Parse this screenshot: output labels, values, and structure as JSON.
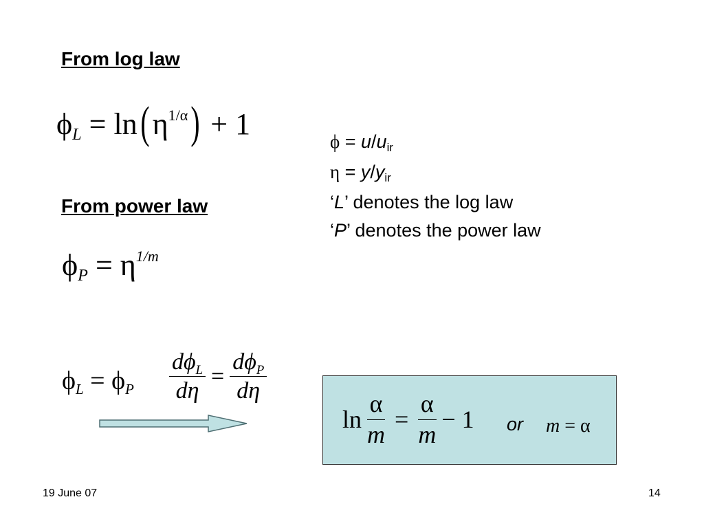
{
  "headings": {
    "log_law": "From log law",
    "power_law": "From power law"
  },
  "eq_log": {
    "phi": "ϕ",
    "sub_L": "L",
    "rhs_eq": "= ln",
    "eta": "η",
    "exp": "1/α",
    "plus_one": "+ 1"
  },
  "eq_power": {
    "phi": "ϕ",
    "sub_P": "P",
    "rhs": "= η",
    "exp": "1/m"
  },
  "definitions": {
    "line1_sym": "ϕ",
    "line1_eq": " = ",
    "line1_var": "u",
    "line1_slash": "/",
    "line1_den": "u",
    "line1_sub": "ir",
    "line2_sym": "η",
    "line2_eq": " = ",
    "line2_var": "y",
    "line2_slash": "/",
    "line2_den": "y",
    "line2_sub": "ir",
    "line3_open": "‘",
    "line3_var": "L",
    "line3_text": "’ denotes the log law",
    "line4_open": "‘",
    "line4_var": "P",
    "line4_text": "’ denotes the power law"
  },
  "eq_equal": {
    "lhs_phi": "ϕ",
    "lhs_sub": "L",
    "eq": " = ϕ",
    "rhs_sub": "P"
  },
  "eq_deriv": {
    "num_left": "dϕ",
    "num_left_sub": "L",
    "den_left": "dη",
    "eq": "=",
    "num_right": "dϕ",
    "num_right_sub": "P",
    "den_right": "dη"
  },
  "result": {
    "ln": "ln",
    "num1": "α",
    "den1": "m",
    "eq": "=",
    "num2": "α",
    "den2": "m",
    "minus_one": "− 1",
    "or": "or",
    "m": "m",
    "m_eq_alpha": " = α"
  },
  "footer": {
    "date": "19 June 07",
    "page": "14"
  },
  "colors": {
    "box_fill": "#bfe1e3",
    "arrow_fill": "#bfe1e3"
  }
}
